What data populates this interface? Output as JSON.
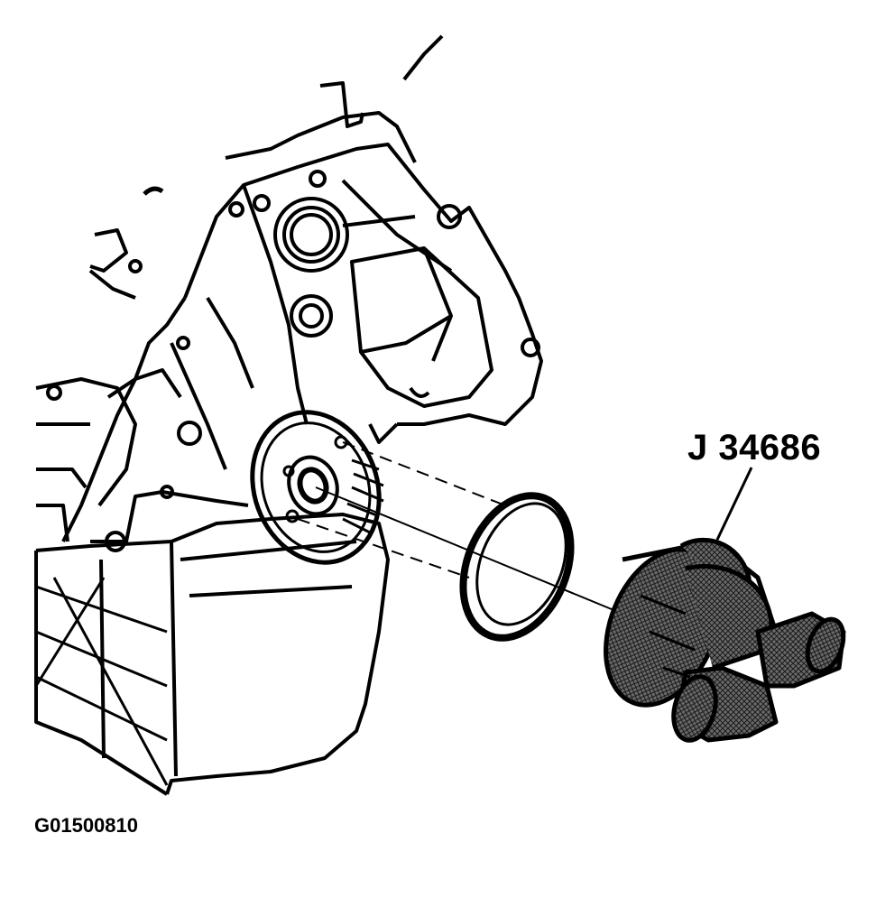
{
  "figure": {
    "tool_callout": "J 34686",
    "figure_id": "G01500810"
  },
  "colors": {
    "line": "#000000",
    "background": "#ffffff",
    "tool_fill": "#555555"
  },
  "parts": [
    "engine-front-cover",
    "oil-pan",
    "crankshaft-hub",
    "crankshaft-front-oil-seal",
    "seal-installer-tool"
  ]
}
